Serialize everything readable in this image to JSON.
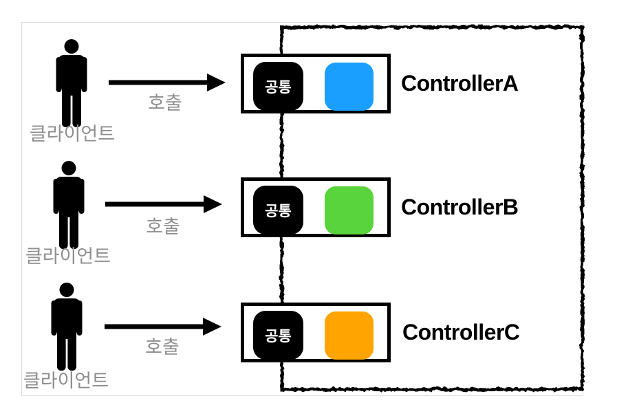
{
  "canvas": {
    "background": "#ffffff",
    "border_color": "#dcdcdc"
  },
  "frame": {
    "stroke_color": "#000000"
  },
  "rows": [
    {
      "client_label": "클라이언트",
      "call_label": "호출",
      "controller": "ControllerA",
      "common_label": "공통",
      "color": "#1B9FFF"
    },
    {
      "client_label": "클라이언트",
      "call_label": "호출",
      "controller": "ControllerB",
      "common_label": "공통",
      "color": "#59D43C"
    },
    {
      "client_label": "클라이언트",
      "call_label": "호출",
      "controller": "ControllerC",
      "common_label": "공통",
      "color": "#FFA400"
    }
  ]
}
